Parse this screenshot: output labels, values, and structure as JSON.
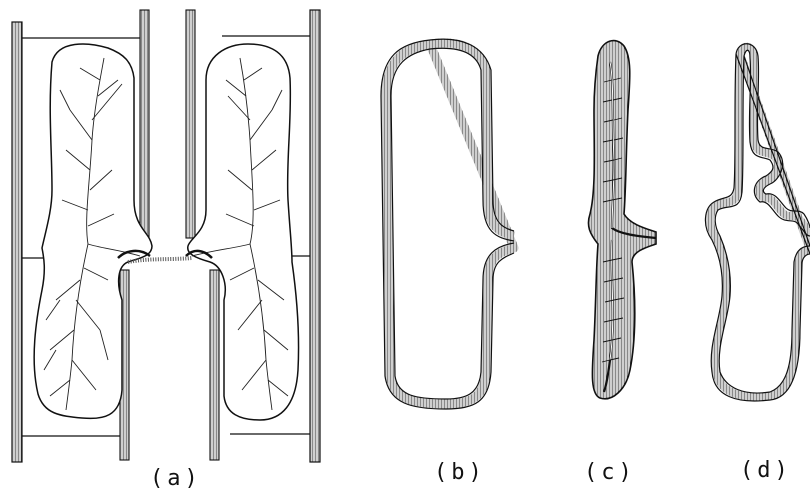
{
  "labels": {
    "a": "(a)",
    "b": "(b)",
    "c": "(c)",
    "d": "(d)"
  },
  "colors": {
    "ink": "#111111",
    "wall_fill": "#bdbdbd",
    "background": "#ffffff"
  }
}
